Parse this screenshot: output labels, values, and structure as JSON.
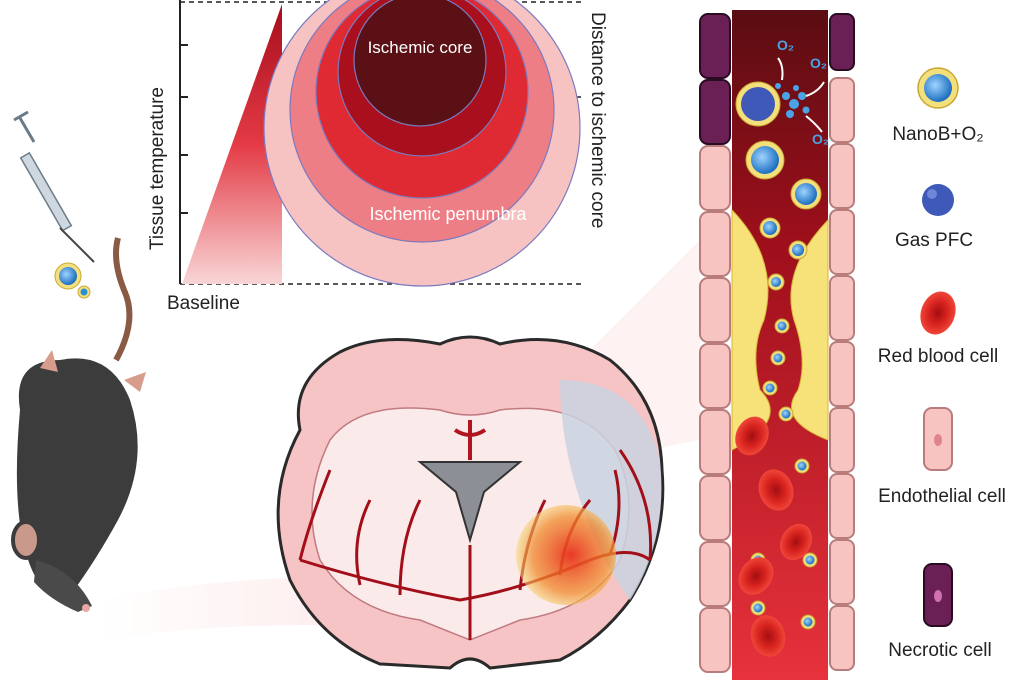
{
  "diagram": {
    "axis": {
      "y_label": "Tissue temperature",
      "x_label": "Baseline",
      "right_label": "Distance to ischemic core"
    },
    "zones": {
      "core": "Ischemic core",
      "penumbra": "Ischemic penumbra"
    },
    "oxygen": "O₂",
    "legend": [
      {
        "icon": "nanobubble-o2-icon",
        "label": "NanoB+O₂"
      },
      {
        "icon": "gas-pfc-icon",
        "label": "Gas PFC"
      },
      {
        "icon": "red-blood-cell-icon",
        "label": "Red blood cell"
      },
      {
        "icon": "endothelial-cell-icon",
        "label": "Endothelial  cell"
      },
      {
        "icon": "necrotic-cell-icon",
        "label": "Necrotic  cell"
      }
    ],
    "colors": {
      "core": "#5a1015",
      "penumbra_light": "#f4b8b8",
      "blood": "#c8161e",
      "plaque": "#f7e27a",
      "endothelial": "#f7c4c2",
      "necrotic": "#6a1f55",
      "nanobubble": "#2b8fd6",
      "mouse": "#3c3c3c"
    }
  }
}
